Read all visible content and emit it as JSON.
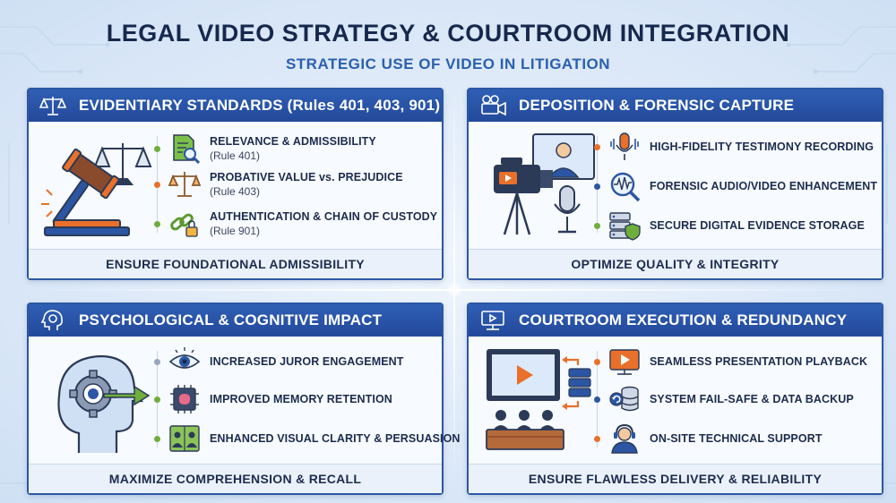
{
  "title": "LEGAL VIDEO STRATEGY & COURTROOM INTEGRATION",
  "subtitle": "STRATEGIC USE OF VIDEO IN LITIGATION",
  "colors": {
    "navy": "#16284d",
    "accent_blue": "#2a5fae",
    "header_blue": "#2c56a3",
    "orange": "#e8702a",
    "green": "#6fae3b"
  },
  "panels": [
    {
      "title": "EVIDENTIARY STANDARDS (Rules 401, 403, 901)",
      "header_icon": "scales-icon",
      "illustration": "gavel-and-scales-icon",
      "footer": "ENSURE FOUNDATIONAL ADMISSIBILITY",
      "items": [
        {
          "label": "RELEVANCE & ADMISSIBILITY",
          "note": "(Rule 401)",
          "icon": "document-magnifier-icon"
        },
        {
          "label": "PROBATIVE VALUE vs. PREJUDICE",
          "note": "(Rule 403)",
          "icon": "balance-scale-icon"
        },
        {
          "label": "AUTHENTICATION & CHAIN OF CUSTODY",
          "note": "(Rule 901)",
          "icon": "chain-lock-icon"
        }
      ]
    },
    {
      "title": "DEPOSITION & FORENSIC CAPTURE",
      "header_icon": "video-camera-icon",
      "illustration": "camera-monitor-microphone-icon",
      "footer": "OPTIMIZE QUALITY & INTEGRITY",
      "items": [
        {
          "label": "HIGH-FIDELITY TESTIMONY RECORDING",
          "icon": "microphone-waveform-icon"
        },
        {
          "label": "FORENSIC AUDIO/VIDEO ENHANCEMENT",
          "icon": "waveform-magnifier-icon"
        },
        {
          "label": "SECURE DIGITAL EVIDENCE STORAGE",
          "icon": "server-shield-icon"
        }
      ]
    },
    {
      "title": "PSYCHOLOGICAL & COGNITIVE IMPACT",
      "header_icon": "head-gear-icon",
      "illustration": "head-target-arrow-icon",
      "footer": "MAXIMIZE COMPREHENSION & RECALL",
      "items": [
        {
          "label": "INCREASED JUROR ENGAGEMENT",
          "icon": "eye-icon"
        },
        {
          "label": "IMPROVED MEMORY RETENTION",
          "icon": "brain-chip-icon"
        },
        {
          "label": "ENHANCED VISUAL CLARITY & PERSUASION",
          "icon": "people-compare-icon"
        }
      ]
    },
    {
      "title": "COURTROOM EXECUTION & REDUNDANCY",
      "header_icon": "presentation-screen-icon",
      "illustration": "courtroom-screen-jury-icon",
      "footer": "ENSURE FLAWLESS DELIVERY & RELIABILITY",
      "items": [
        {
          "label": "SEAMLESS PRESENTATION PLAYBACK",
          "icon": "play-screen-icon"
        },
        {
          "label": "SYSTEM FAIL-SAFE & DATA BACKUP",
          "icon": "backup-database-icon"
        },
        {
          "label": "ON-SITE TECHNICAL SUPPORT",
          "icon": "support-agent-icon"
        }
      ]
    }
  ]
}
